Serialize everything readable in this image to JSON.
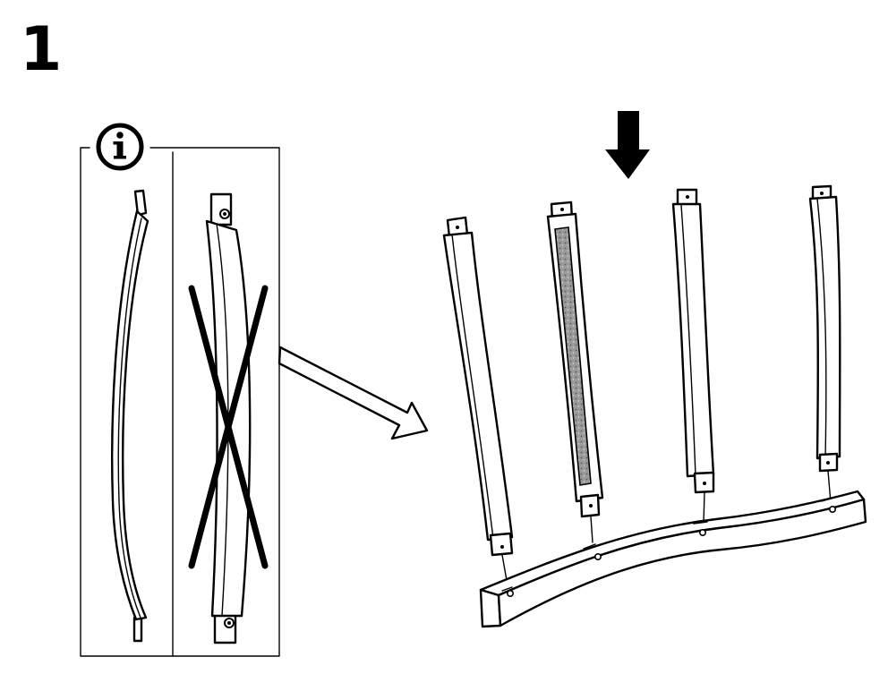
{
  "step": {
    "number": "1"
  },
  "info_panel": {
    "icon": "info-icon",
    "correct_example": "curved-slat-correct-orientation",
    "wrong_example": "curved-slat-wrong-orientation",
    "wrong_mark": "cross-out-mark"
  },
  "assembly": {
    "direction_arrow": "down-arrow-icon",
    "pointer_arrow": "pointer-arrow",
    "slats": [
      "slat-1",
      "slat-2-with-grip-strip",
      "slat-3",
      "slat-4"
    ],
    "rail": "curved-base-rail"
  },
  "colors": {
    "line": "#000000",
    "background": "#ffffff",
    "grip_strip": "#8a8a8a"
  }
}
